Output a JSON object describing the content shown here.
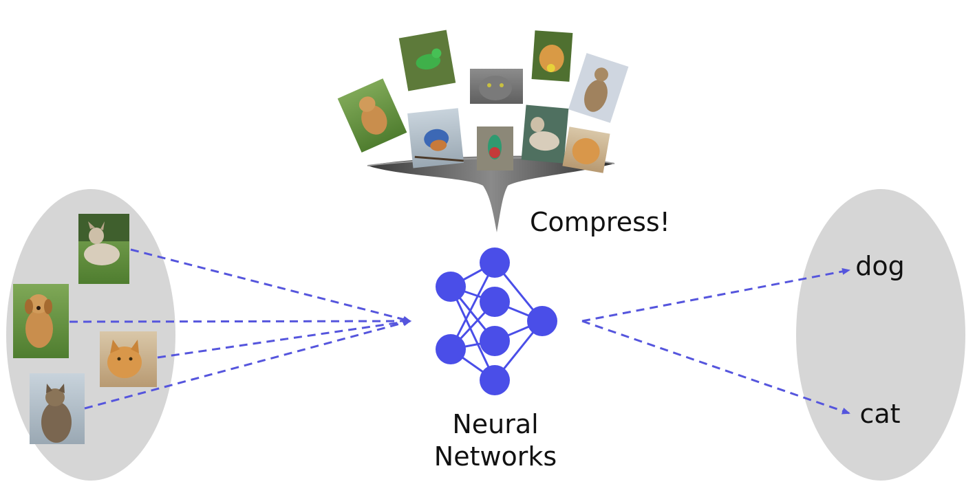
{
  "labels": {
    "compress": "Compress!",
    "network_line1": "Neural",
    "network_line2": "Networks",
    "output_dog": "dog",
    "output_cat": "cat"
  },
  "colors": {
    "node": "#4a4ee8",
    "edge": "#4a4ee8",
    "arrow": "#5555dd",
    "ellipse": "#d6d6d6",
    "funnel": "#4a4a4a"
  },
  "images": {
    "input_set": [
      "dog-photo",
      "dog-photo",
      "cat-photo",
      "cat-photo"
    ],
    "funnel_set": [
      "dog-photo",
      "bird-photo",
      "cat-photo",
      "dog-photo",
      "cat-photo",
      "bird-photo",
      "bird-photo",
      "dog-photo",
      "cat-photo"
    ]
  }
}
